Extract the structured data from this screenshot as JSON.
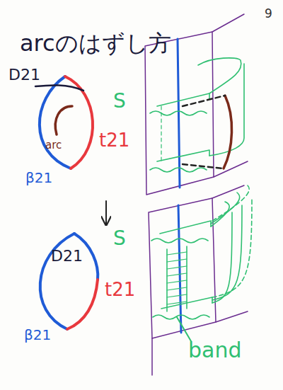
{
  "diagram": {
    "title": "arcのはずし方",
    "labels": [
      "9",
      "D21",
      "arc",
      "t21",
      "β21",
      "S",
      "D21",
      "t21",
      "β21",
      "S",
      "band"
    ]
  }
}
